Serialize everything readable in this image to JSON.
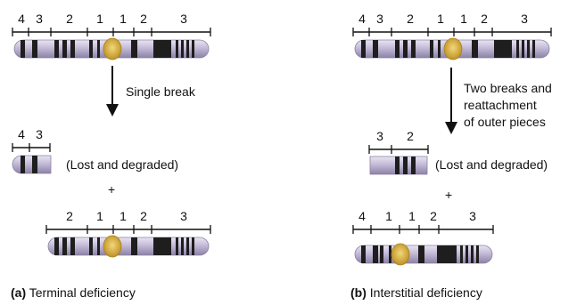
{
  "panel_a": {
    "top_ruler": [
      "4",
      "3",
      "2",
      "1",
      "1",
      "2",
      "3"
    ],
    "arrow_label": "Single break",
    "lost_ruler": [
      "4",
      "3"
    ],
    "lost_label": "(Lost and degraded)",
    "plus": "+",
    "result_ruler": [
      "2",
      "1",
      "1",
      "2",
      "3"
    ],
    "caption_letter": "(a)",
    "caption_text": "Terminal deficiency"
  },
  "panel_b": {
    "top_ruler": [
      "4",
      "3",
      "2",
      "1",
      "1",
      "2",
      "3"
    ],
    "arrow_label_lines": [
      "Two breaks and",
      "reattachment",
      "of outer pieces"
    ],
    "lost_ruler": [
      "3",
      "2"
    ],
    "lost_label": "(Lost and degraded)",
    "plus": "+",
    "result_ruler": [
      "4",
      "1",
      "1",
      "2",
      "3"
    ],
    "caption_letter": "(b)",
    "caption_text": "Interstitial deficiency"
  },
  "colors": {
    "chromosome_body": "#c9c2da",
    "band_dark": "#1e1e1e",
    "centromere": "#d8b13a",
    "ink": "#111111"
  }
}
